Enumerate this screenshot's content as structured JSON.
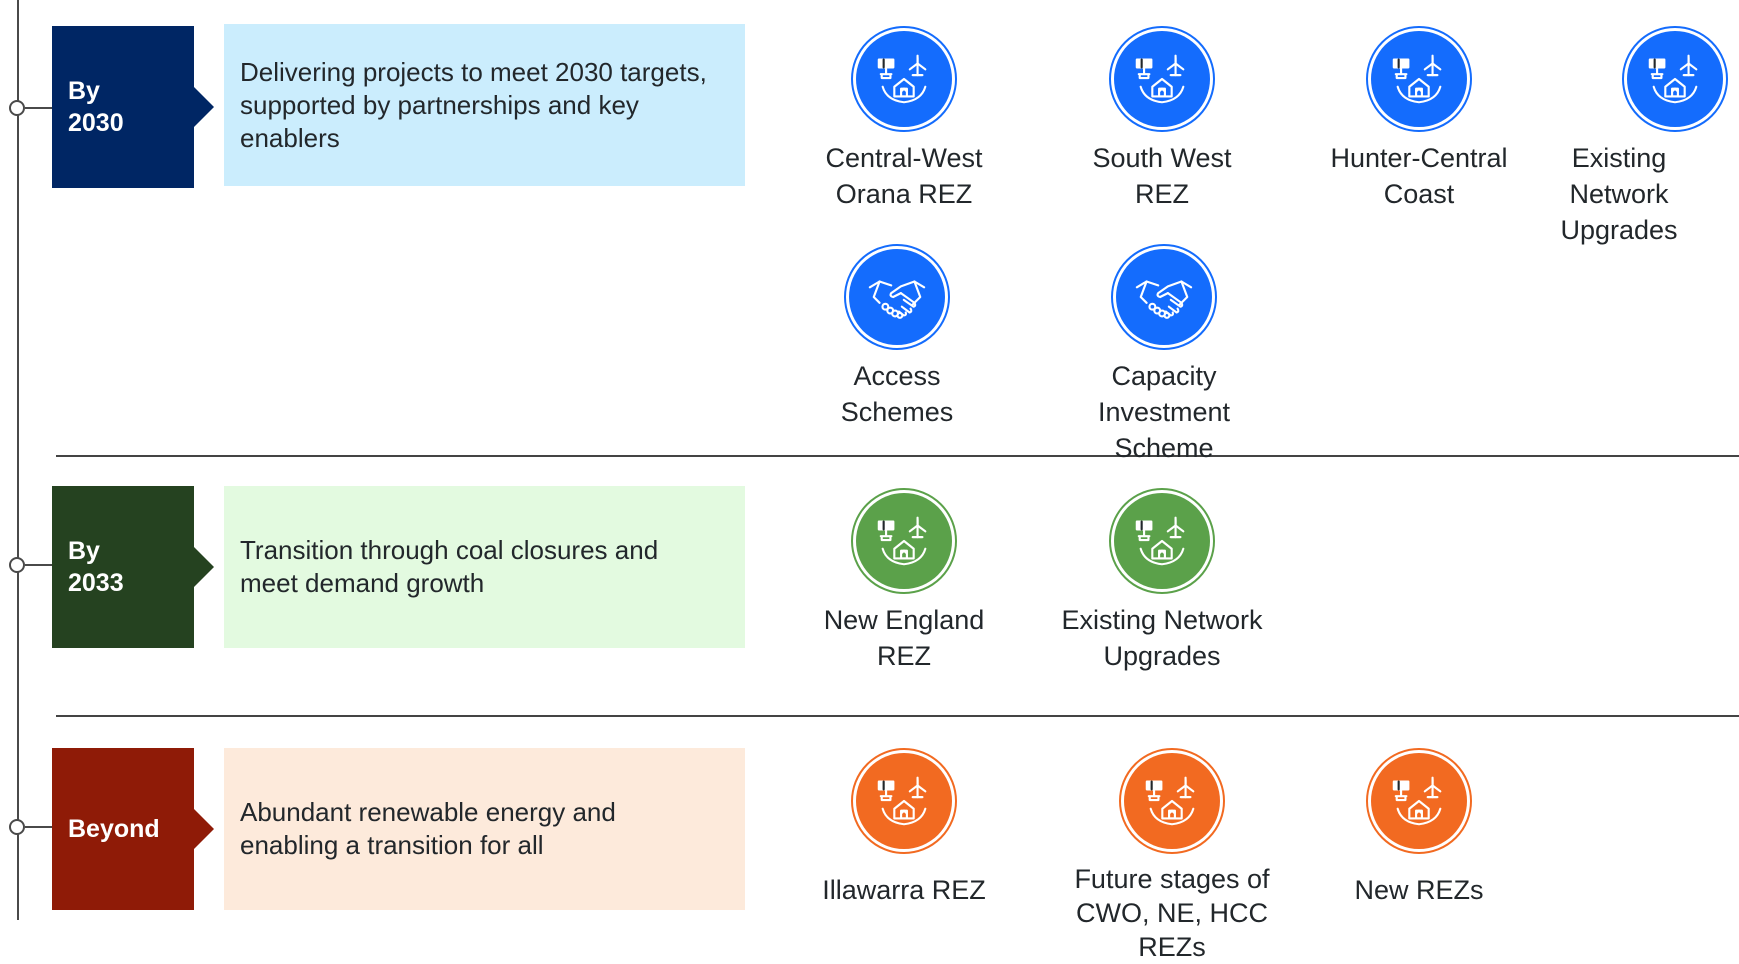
{
  "colors": {
    "by2030_label": "#002664",
    "by2030_desc": "#cbedfd",
    "by2030_icon": "#146cfd",
    "by2033_label": "#254220",
    "by2033_desc": "#e3fae0",
    "by2033_icon": "#5ba14a",
    "beyond_label": "#8f1b07",
    "beyond_desc": "#fdeadb",
    "beyond_icon": "#f26a21"
  },
  "eras": [
    {
      "label_lines": [
        "By",
        "2030"
      ],
      "description": "Delivering projects to meet 2030 targets, supported by partnerships and key enablers",
      "projects": [
        {
          "icon": "renewable-energy-zone-icon",
          "label": "Central-West\nOrana REZ"
        },
        {
          "icon": "renewable-energy-zone-icon",
          "label": "South West\nREZ"
        },
        {
          "icon": "renewable-energy-zone-icon",
          "label": "Hunter-Central\nCoast"
        },
        {
          "icon": "renewable-energy-zone-icon",
          "label": "Existing\nNetwork\nUpgrades"
        },
        {
          "icon": "handshake-icon",
          "label": "Access\nSchemes"
        },
        {
          "icon": "handshake-icon",
          "label": "Capacity Investment\nScheme"
        }
      ]
    },
    {
      "label_lines": [
        "By",
        "2033"
      ],
      "description": "Transition through coal closures and meet demand growth",
      "projects": [
        {
          "icon": "renewable-energy-zone-icon",
          "label": "New England\nREZ"
        },
        {
          "icon": "renewable-energy-zone-icon",
          "label": "Existing Network\nUpgrades"
        }
      ]
    },
    {
      "label_lines": [
        "Beyond"
      ],
      "description": "Abundant renewable energy and enabling a transition for all",
      "projects": [
        {
          "icon": "renewable-energy-zone-icon",
          "label": "Illawarra REZ"
        },
        {
          "icon": "renewable-energy-zone-icon",
          "label": "Future stages of\nCWO, NE, HCC REZs"
        },
        {
          "icon": "renewable-energy-zone-icon",
          "label": "New REZs"
        }
      ]
    }
  ]
}
